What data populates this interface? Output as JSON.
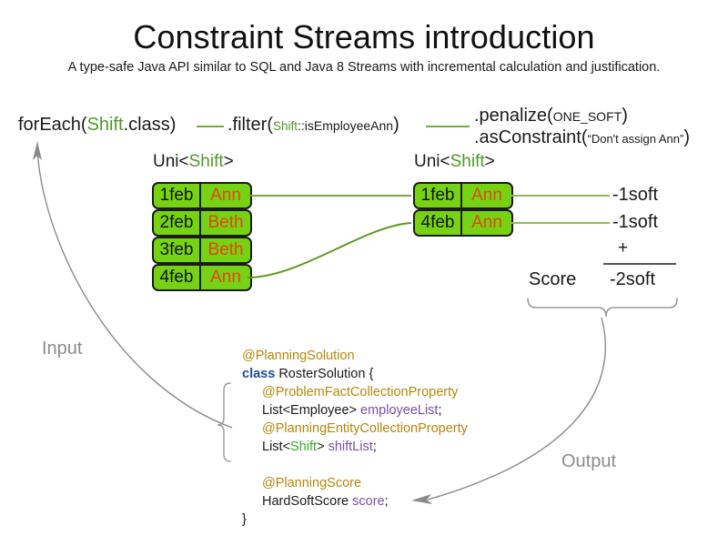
{
  "header": {
    "title": "Constraint Streams introduction",
    "subtitle": "A type-safe Java API similar to SQL and Java 8 Streams with incremental calculation and justification."
  },
  "pipeline": {
    "foreach": {
      "call": "forEach(",
      "arg_type": "Shift",
      "arg_rest": ".class)"
    },
    "filter": {
      "call": ".filter(",
      "arg_type": "Shift",
      "arg_rest": "::isEmployeeAnn",
      "close": ")"
    },
    "penalize": {
      "call": ".penalize(",
      "arg": "ONE_SOFT",
      "close": ")"
    },
    "as_constraint": {
      "call": ".asConstraint(",
      "arg": "“Don't assign Ann”",
      "close": ")"
    }
  },
  "streams": {
    "left_caption": {
      "prefix": "Uni<",
      "type": "Shift",
      "suffix": ">"
    },
    "right_caption": {
      "prefix": "Uni<",
      "type": "Shift",
      "suffix": ">"
    },
    "left_rows": [
      {
        "date": "1feb",
        "employee": "Ann"
      },
      {
        "date": "2feb",
        "employee": "Beth"
      },
      {
        "date": "3feb",
        "employee": "Beth"
      },
      {
        "date": "4feb",
        "employee": "Ann"
      }
    ],
    "right_rows": [
      {
        "date": "1feb",
        "employee": "Ann"
      },
      {
        "date": "4feb",
        "employee": "Ann"
      }
    ]
  },
  "score": {
    "penalties": [
      "-1soft",
      "-1soft"
    ],
    "operator": "+",
    "label": "Score",
    "total": "-2soft"
  },
  "annotations": {
    "input": "Input",
    "output": "Output"
  },
  "code": {
    "lines": [
      {
        "indent": 1,
        "parts": [
          {
            "t": "@PlanningSolution",
            "c": "c-ann"
          }
        ]
      },
      {
        "indent": 1,
        "parts": [
          {
            "t": "class ",
            "c": "c-kw"
          },
          {
            "t": "RosterSolution {",
            "c": "c-plain"
          }
        ]
      },
      {
        "indent": 2,
        "parts": [
          {
            "t": "@ProblemFactCollectionProperty",
            "c": "c-ann"
          }
        ]
      },
      {
        "indent": 2,
        "parts": [
          {
            "t": "List<Employee> ",
            "c": "c-plain"
          },
          {
            "t": "employeeList",
            "c": "c-field"
          },
          {
            "t": ";",
            "c": "c-plain"
          }
        ]
      },
      {
        "indent": 2,
        "parts": [
          {
            "t": "@PlanningEntityCollectionProperty",
            "c": "c-ann"
          }
        ]
      },
      {
        "indent": 2,
        "parts": [
          {
            "t": "List<",
            "c": "c-plain"
          },
          {
            "t": "Shift",
            "c": "c-type-green"
          },
          {
            "t": "> ",
            "c": "c-plain"
          },
          {
            "t": "shiftList",
            "c": "c-field"
          },
          {
            "t": ";",
            "c": "c-plain"
          }
        ]
      },
      {
        "indent": 2,
        "parts": [
          {
            "t": " ",
            "c": "c-plain"
          }
        ]
      },
      {
        "indent": 2,
        "parts": [
          {
            "t": "@PlanningScore",
            "c": "c-ann"
          }
        ]
      },
      {
        "indent": 2,
        "parts": [
          {
            "t": "HardSoftScore ",
            "c": "c-plain"
          },
          {
            "t": "score",
            "c": "c-field"
          },
          {
            "t": ";",
            "c": "c-plain"
          }
        ]
      },
      {
        "indent": 1,
        "parts": [
          {
            "t": "}",
            "c": "c-plain"
          }
        ]
      }
    ]
  },
  "colors": {
    "box_fill": "#76d314",
    "box_border": "#1c1c1c",
    "employee_text": "#e1470e",
    "connector_green": "#7aa93c",
    "type_green": "#4f9a28",
    "annotation_grey": "#8c8c8c",
    "annotation_gold": "#b8860b",
    "keyword_blue": "#1f4e9c",
    "field_purple": "#7b4ea8"
  }
}
